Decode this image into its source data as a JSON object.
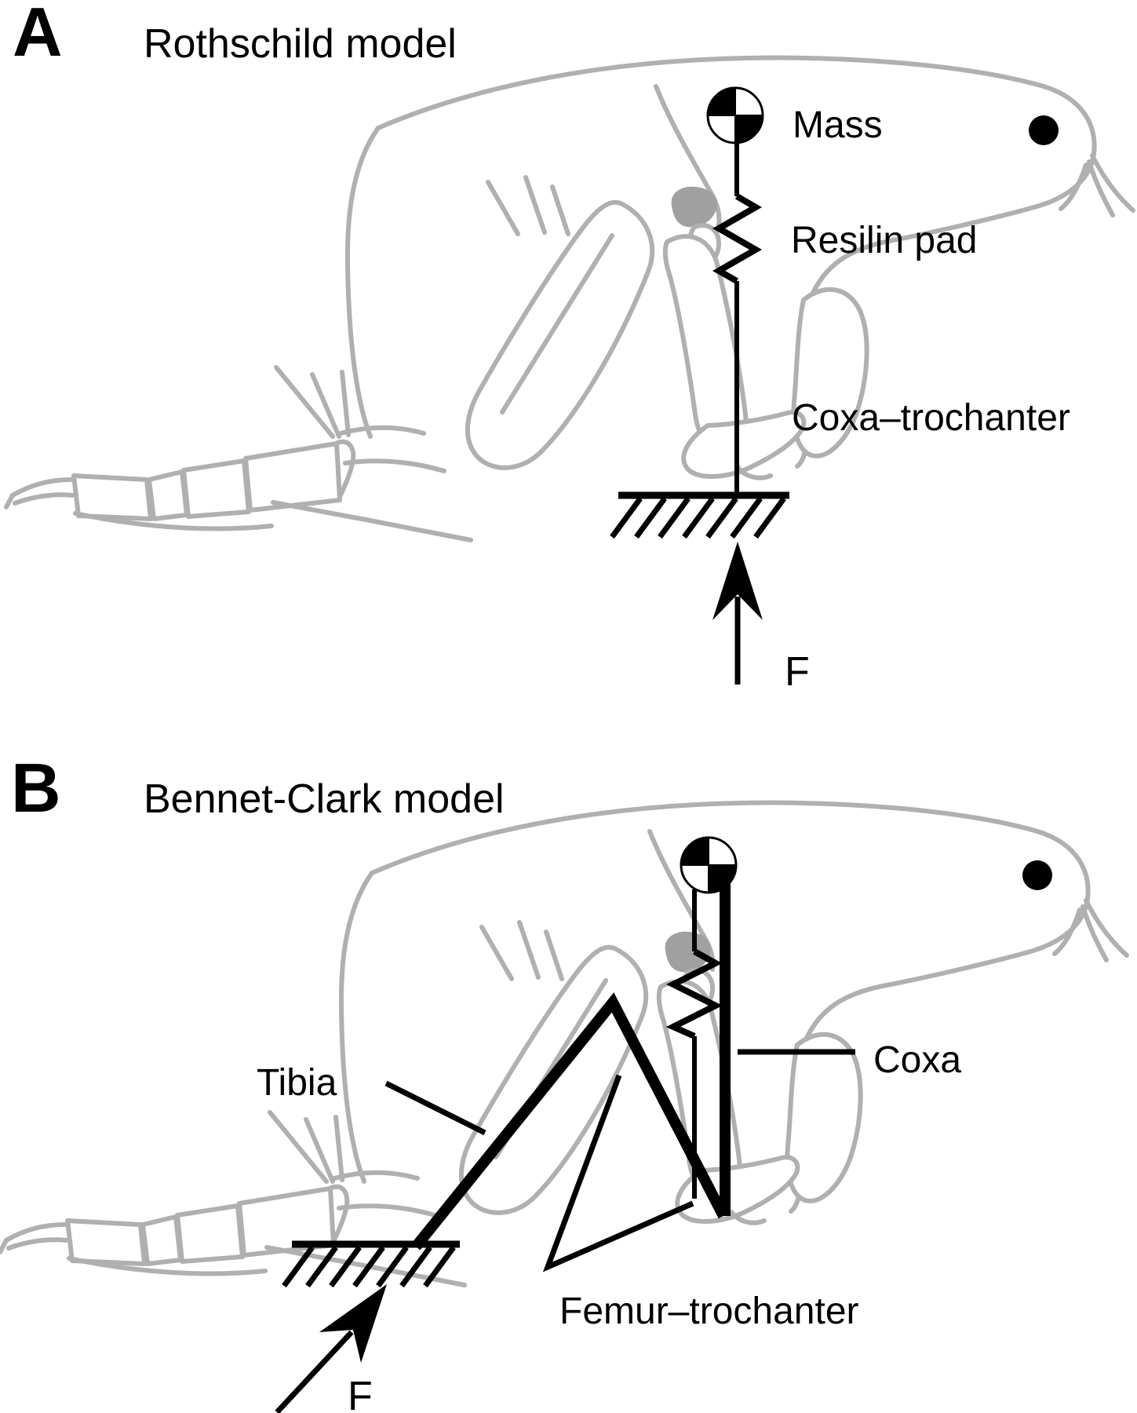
{
  "figure": {
    "background": "#ffffff",
    "ink_color": "#000000",
    "flea_outline_color": "#b0b0b0",
    "panel_a": {
      "panel_letter": "A",
      "title": "Rothschild model",
      "labels": {
        "mass": "Mass",
        "resilin_pad": "Resilin pad",
        "coxa_trochanter": "Coxa–trochanter",
        "force": "F"
      }
    },
    "panel_b": {
      "panel_letter": "B",
      "title": "Bennet-Clark model",
      "labels": {
        "tibia": "Tibia",
        "coxa": "Coxa",
        "femur_trochanter": "Femur–trochanter",
        "force": "F"
      }
    }
  }
}
